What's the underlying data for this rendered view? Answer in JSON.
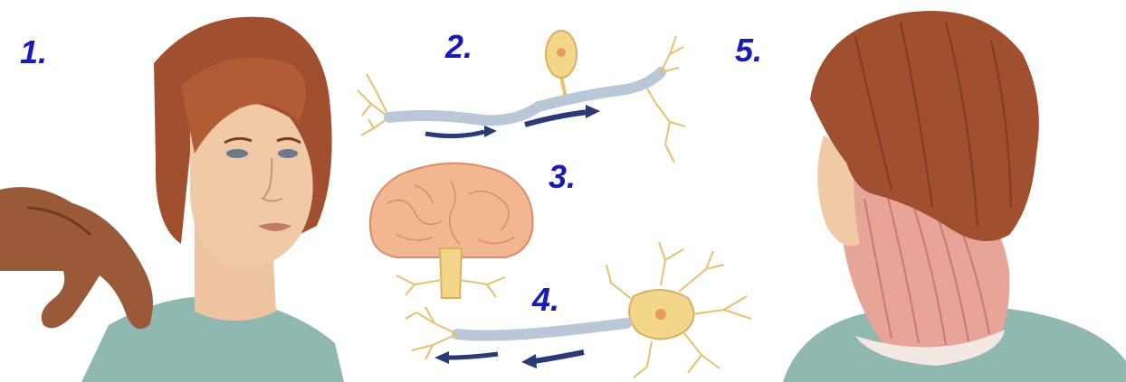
{
  "steps": [
    {
      "label": "1."
    },
    {
      "label": "2."
    },
    {
      "label": "3."
    },
    {
      "label": "4."
    },
    {
      "label": "5."
    }
  ],
  "colors": {
    "label_blue": "#1a1ab8",
    "skin": "#f0c9a6",
    "hair": "#a0502e",
    "shirt": "#8fb8b0",
    "neuron": "#f3d68a",
    "axon": "#b8c8d8",
    "arrow": "#2a3a78",
    "brain": "#f2b690",
    "muscle": "#e7a59a"
  }
}
